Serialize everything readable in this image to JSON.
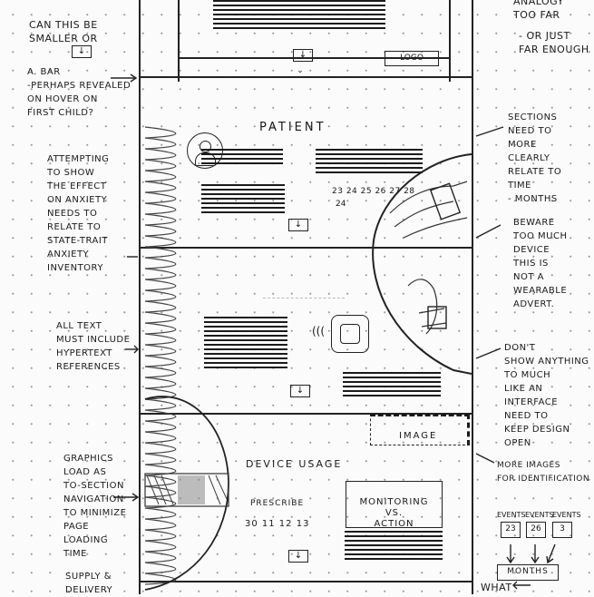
{
  "notes": {
    "smaller": "CAN THIS BE\nSMALLER OR",
    "bar": "A. BAR\n-PERHAPS REVEALED\nON HOVER ON\nFIRST CHILD?",
    "anxiety": "ATTEMPTING\nTO SHOW\nTHE EFFECT\nON ANXIETY\nNEEDS TO\nRELATE TO\nSTATE-TRAIT\nANXIETY\nINVENTORY",
    "hypertext": "ALL TEXT\nMUST INCLUDE\nHYPERTEXT\nREFERENCES",
    "graphics": "GRAPHICS\nLOAD AS\nTO-SECTION\nNAVIGATION\nTO MINIMIZE\nPAGE\nLOADING\nTIME",
    "supply": "SUPPLY &\nDELIVERY",
    "analogy": "ANALOGY\nTOO FAR",
    "far_enough": "- OR JUST\nFAR ENOUGH",
    "sections": "SECTIONS\nNEED TO\nMORE\nCLEARLY\nRELATE TO\nTIME\n- MONTHS",
    "beware": "BEWARE\nTOO MUCH\nDEVICE\nTHIS IS\nNOT A\nWEARABLE\nADVERT.",
    "dont_show": "DON'T\nSHOW ANYTHING\nTO MUCH\nLIKE AN\nINTERFACE\nNEED TO\nKEEP DESIGN\nOPEN",
    "more_images": "MORE IMAGES\nFOR IDENTIFICATION",
    "what": "WHAT"
  },
  "wireframe": {
    "logo": "LOGO",
    "patient_title": "PATIENT",
    "dates": "23 24 25 26 27 28",
    "date_sub": "24",
    "image_label": "IMAGE",
    "device_usage_title": "DEVICE USAGE",
    "monitoring_label": "MONITORING\nVS.\nACTION",
    "prescribe_label": "PRESCRIBE",
    "prescribe_dates": "30 11 12 13"
  },
  "timeline": {
    "events_label": "EVENTS",
    "events": [
      "23",
      "26",
      "3"
    ],
    "months_label": "MONTHS"
  }
}
